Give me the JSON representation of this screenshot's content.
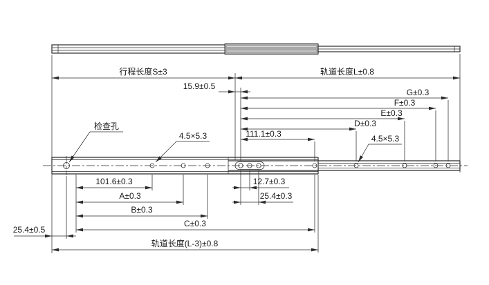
{
  "top_dims": {
    "stroke_length": "行程长度S±3",
    "rail_length": "轨道长度L±0.8",
    "d15_9": "15.9±0.5",
    "g": "G±0.3",
    "f": "F±0.3",
    "e": "E±0.3",
    "d": "D±0.3",
    "d111_1": "111.1±0.3"
  },
  "callouts": {
    "inspection_hole": "检查孔",
    "slot_left": "4.5×5.3",
    "slot_right": "4.5×5.3"
  },
  "bottom_dims": {
    "d101_6": "101.6±0.3",
    "a": "A±0.3",
    "b": "B±0.3",
    "c": "C±0.3",
    "d12_7": "12.7±0.3",
    "d25_4": "25.4±0.3",
    "end_offset": "25.4±0.5",
    "rail_length_l3": "轨道长度(L-3)±0.8"
  },
  "colors": {
    "outline": "#2a2a2a",
    "overlap_fill": "#a9a9a9",
    "background": "#ffffff"
  }
}
